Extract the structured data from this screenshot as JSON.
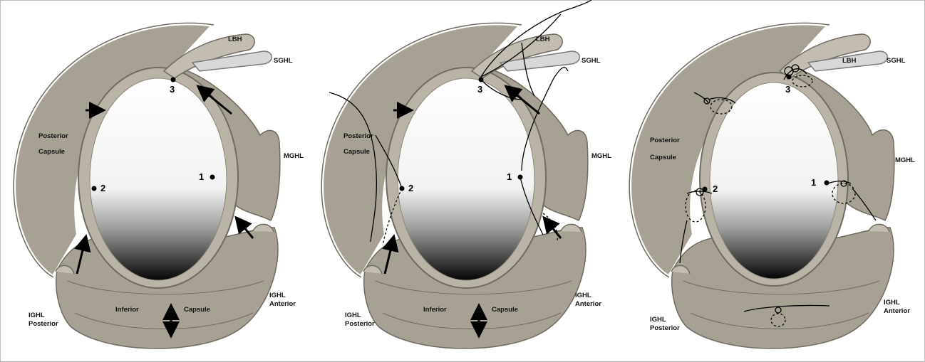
{
  "labels": {
    "lbh": "LBH",
    "sghl": "SGHL",
    "mghl": "MGHL",
    "posterior": "Posterior",
    "capsule": "Capsule",
    "inferior": "Inferior",
    "inferior_capsule": "Capsule",
    "ighl_anterior_1": "IGHL",
    "ighl_anterior_2": "Anterior",
    "ighl_posterior_1": "IGHL",
    "ighl_posterior_2": "Posterior",
    "anchor_1": "1",
    "anchor_2": "2",
    "anchor_3": "3"
  },
  "panels": [
    {
      "stage": "anchor-positions-and-shift-arrows"
    },
    {
      "stage": "sutures-passed"
    },
    {
      "stage": "sutures-tied"
    }
  ],
  "colors": {
    "capsule_fill": "#a6a193",
    "capsule_stroke": "#6f6b60",
    "labrum_fill": "#b9b4a6",
    "ligament_fill": "#c2bdb0",
    "suture": "#000000"
  }
}
